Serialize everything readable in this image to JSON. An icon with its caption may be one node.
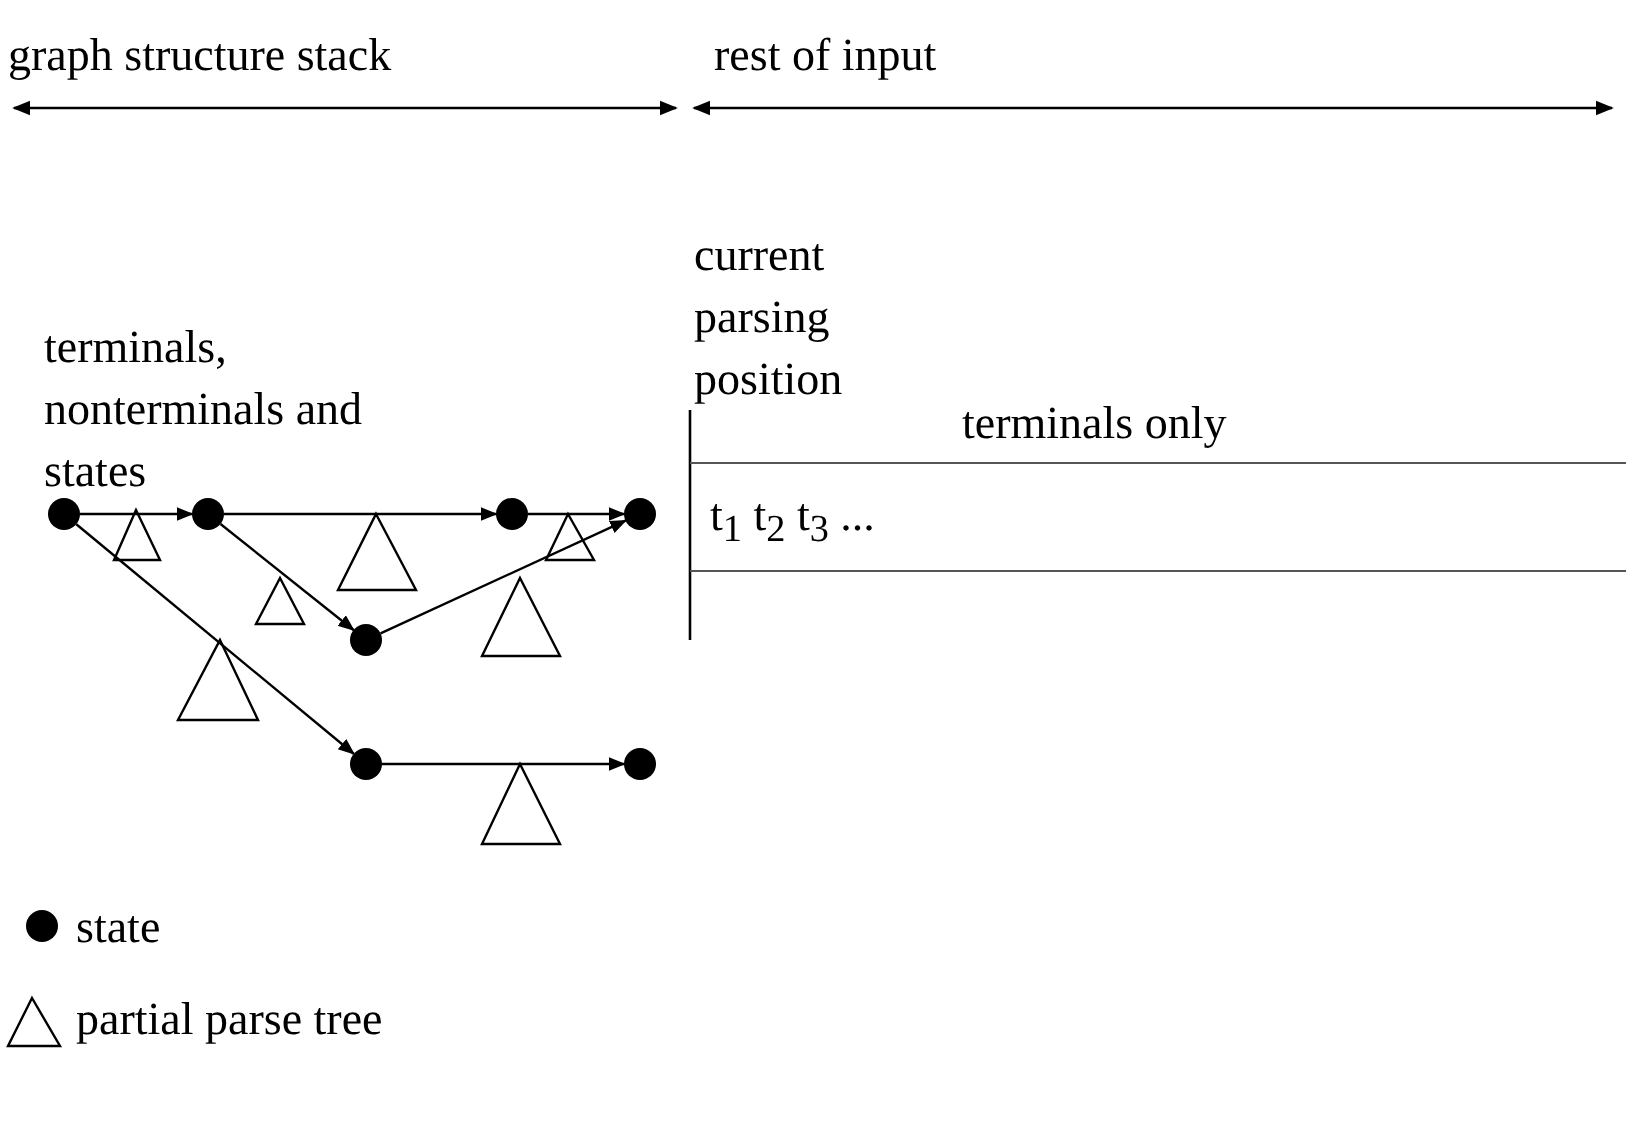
{
  "diagram": {
    "nodes": [
      {
        "text": [],
        "shape": "circle"
      },
      {
        "text": [],
        "shape": "circle"
      },
      {
        "text": [],
        "shape": "circle"
      },
      {
        "text": [],
        "shape": "circle"
      },
      {
        "text": [],
        "shape": "circle"
      },
      {
        "text": [],
        "shape": "circle"
      },
      {
        "text": [],
        "shape": "circle"
      },
      {
        "text": [
          "t$_{1}$ t$_{2}$ t$_{3}$ ..."
        ],
        "beside": [
          "terminals only"
        ]
      }
    ],
    "edges": [
      {
        "from": 0,
        "to": 1,
        "arrow": "to"
      },
      {
        "from": 1,
        "to": 2,
        "arrow": "to"
      },
      {
        "from": 2,
        "to": 3,
        "arrow": "to"
      },
      {
        "from": 1,
        "to": 4,
        "arrow": "to"
      },
      {
        "from": 4,
        "to": 3,
        "arrow": "to"
      },
      {
        "from": 0,
        "to": 5,
        "arrow": "to"
      },
      {
        "from": 5,
        "to": 6,
        "arrow": "to"
      }
    ],
    "labels": [
      "graph structure stack",
      "rest of input",
      "current parsing position",
      "terminals, nonterminals and states"
    ],
    "legend": [
      {
        "text": "state"
      },
      {
        "text": "partial parse tree"
      }
    ]
  }
}
